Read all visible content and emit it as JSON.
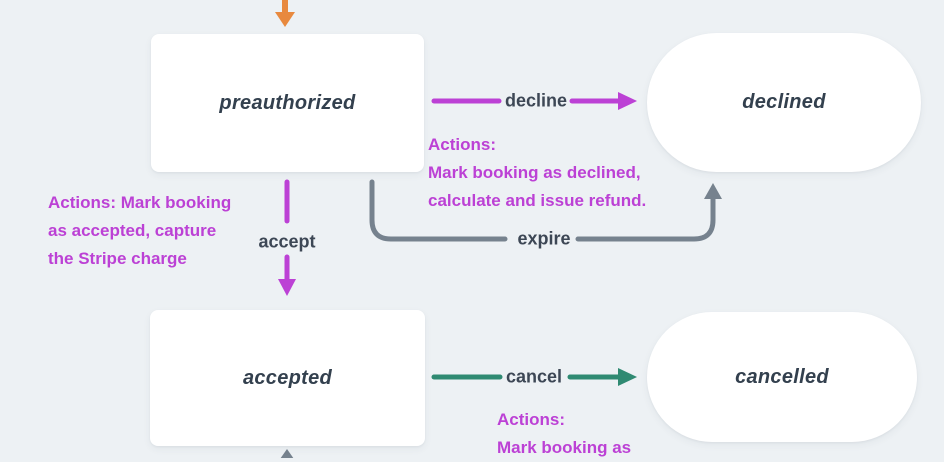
{
  "colors": {
    "background": "#edf1f4",
    "node-fill": "#ffffff",
    "state-text": "#33404e",
    "edge-label-text": "#3d4755",
    "magenta": "#bc41d5",
    "gray": "#76828e",
    "teal": "#2f8a72",
    "orange": "#e8893e"
  },
  "diagram": {
    "states": {
      "preauthorized": "preauthorized",
      "declined": "declined",
      "accepted": "accepted",
      "cancelled": "cancelled"
    },
    "transitions": {
      "decline": "decline",
      "accept": "accept",
      "expire": "expire",
      "cancel": "cancel"
    },
    "annotations": {
      "accept": {
        "lines": [
          "Actions: Mark booking",
          "as accepted, capture",
          "the Stripe charge"
        ]
      },
      "decline": {
        "lines": [
          "Actions:",
          "Mark booking as declined,",
          "calculate and issue refund."
        ]
      },
      "cancel": {
        "lines": [
          "Actions:",
          "Mark booking as"
        ]
      }
    }
  }
}
